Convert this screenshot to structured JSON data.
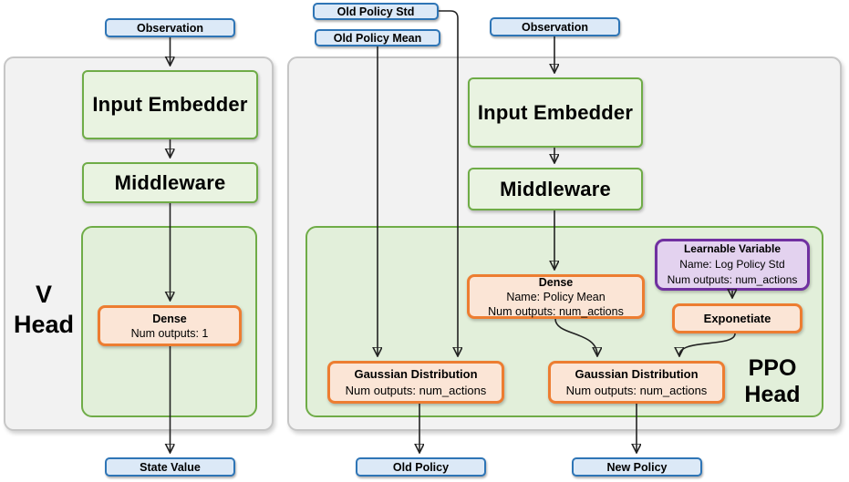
{
  "colors": {
    "badge_fill": "#DCE9F7",
    "badge_border": "#2E75B6",
    "green_fill": "#E9F3E1",
    "green_border": "#6FAC47",
    "head_fill": "#E2EFDA",
    "orange_fill": "#FBE5D6",
    "orange_border": "#ED7D31",
    "purple_fill": "#E3D2EF",
    "purple_border": "#7030A0",
    "panel_fill": "#F2F2F2",
    "panel_border": "#C6C6C6",
    "wire": "#222222"
  },
  "v_head": {
    "label_line1": "V",
    "label_line2": "Head",
    "observation": "Observation",
    "input_embedder": "Input Embedder",
    "middleware": "Middleware",
    "dense": {
      "title": "Dense",
      "line2": "Num outputs: 1"
    },
    "output": "State Value"
  },
  "ppo_head": {
    "label_line1": "PPO",
    "label_line2": "Head",
    "old_policy_std": "Old Policy Std",
    "old_policy_mean": "Old Policy Mean",
    "observation": "Observation",
    "input_embedder": "Input Embedder",
    "middleware": "Middleware",
    "dense": {
      "title": "Dense",
      "line2": "Name: Policy Mean",
      "line3": "Num outputs: num_actions"
    },
    "learnable_variable": {
      "title": "Learnable Variable",
      "line2": "Name: Log Policy Std",
      "line3": "Num outputs: num_actions"
    },
    "exponetiate": "Exponetiate",
    "gaussian_old": {
      "title": "Gaussian Distribution",
      "line2": "Num outputs: num_actions"
    },
    "gaussian_new": {
      "title": "Gaussian Distribution",
      "line2": "Num outputs: num_actions"
    },
    "output_old": "Old Policy",
    "output_new": "New Policy"
  }
}
